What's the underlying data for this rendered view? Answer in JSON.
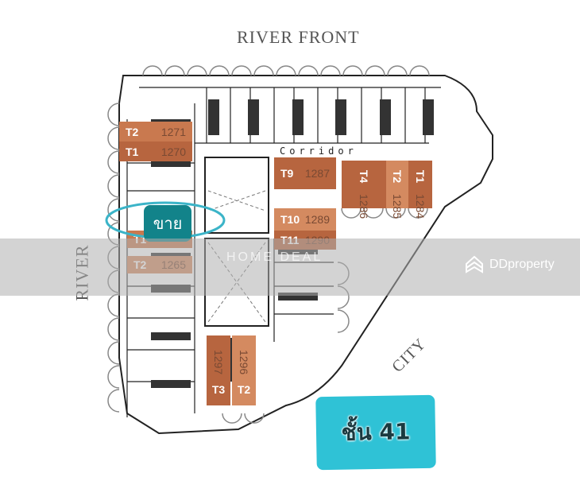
{
  "directions": {
    "top": "RIVER FRONT",
    "left": "RIVER",
    "bottom_right": "CITY"
  },
  "corridor_label": "Corridor",
  "sale_badge": {
    "text": "ขาย",
    "color": "#12838a"
  },
  "floor_badge": {
    "text": "ชั้น 41",
    "color": "#2fc2d6"
  },
  "watermark": {
    "brand": "DDproperty",
    "overlay_text": "HOME DEAL"
  },
  "colors": {
    "unit_dark": "#b7653f",
    "unit_mid": "#c9794f",
    "unit_light": "#d48a60",
    "line": "#222222"
  },
  "units": [
    {
      "type": "T2",
      "number": "1271"
    },
    {
      "type": "T1",
      "number": "1270"
    },
    {
      "type": "T9",
      "number": "1287"
    },
    {
      "type": "T10",
      "number": "1289"
    },
    {
      "type": "T11",
      "number": "1290"
    },
    {
      "type": "T4",
      "number": "1286"
    },
    {
      "type": "T2",
      "number": "1285"
    },
    {
      "type": "T1",
      "number": "1284"
    },
    {
      "type": "T1",
      "number": ""
    },
    {
      "type": "T2",
      "number": "1265"
    },
    {
      "type": "T3",
      "number": "1297"
    },
    {
      "type": "T2",
      "number": "1296"
    }
  ]
}
